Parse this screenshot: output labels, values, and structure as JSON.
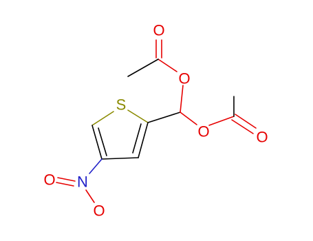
{
  "molecule": {
    "atoms": {
      "sulfur": "S",
      "nitro_nitrogen": "N",
      "nitro_oxygen_left": "O",
      "nitro_oxygen_bottom": "O",
      "ester1_carbonyl_oxygen": "O",
      "ester1_ether_oxygen": "O",
      "ester2_ether_oxygen": "O",
      "ester2_carbonyl_oxygen": "O"
    },
    "colors": {
      "carbon_bond": "#000000",
      "oxygen": "#e60000",
      "nitrogen": "#2020c8",
      "sulfur": "#8a8a00"
    }
  }
}
